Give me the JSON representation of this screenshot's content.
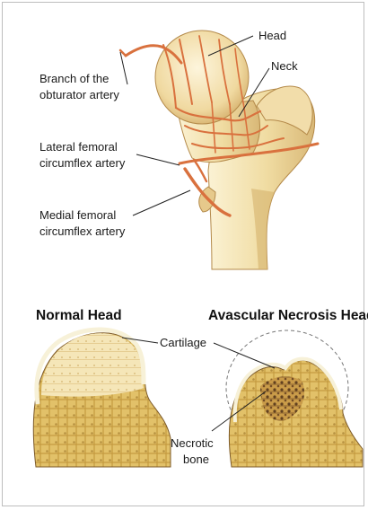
{
  "labels": {
    "head": "Head",
    "neck": "Neck",
    "obturator_line1": "Branch of the",
    "obturator_line2": "obturator artery",
    "lateral_line1": "Lateral femoral",
    "lateral_line2": "circumflex artery",
    "medial_line1": "Medial femoral",
    "medial_line2": "circumflex artery",
    "cartilage": "Cartilage",
    "necrotic_line1": "Necrotic",
    "necrotic_line2": "bone"
  },
  "headings": {
    "normal": "Normal Head",
    "avascular": "Avascular Necrosis Head"
  },
  "colors": {
    "bone": "#f1dfa8",
    "bone_shade": "#d9b877",
    "artery": "#d9713e",
    "cartilage": "#f7f1d8",
    "trabecular": "#b8892e",
    "necrotic": "#5a3a1c"
  }
}
